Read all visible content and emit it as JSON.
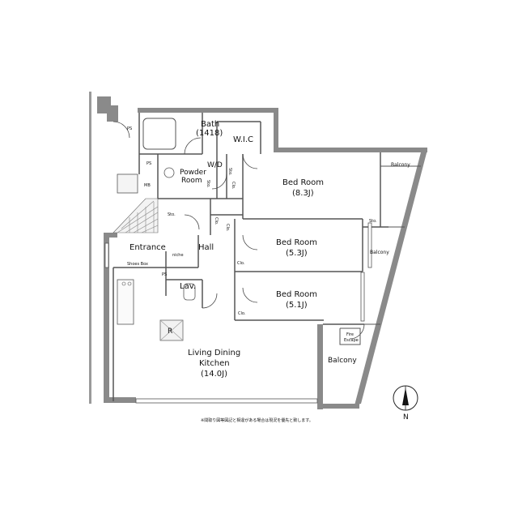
{
  "rooms": {
    "bath_name": "Bath",
    "bath_size": "(1418)",
    "wic": "W.I.C",
    "powder_room_line1": "Powder",
    "powder_room_line2": "Room",
    "wd": "W/D",
    "bed1_name": "Bed Room",
    "bed1_size": "(8.3J)",
    "bed2_name": "Bed Room",
    "bed2_size": "(5.3J)",
    "bed3_name": "Bed Room",
    "bed3_size": "(5.1J)",
    "entrance": "Entrance",
    "hall": "Hall",
    "shoes_box": "Shoes Box",
    "niche": "niche",
    "lav": "Lav.",
    "ldk_line1": "Living Dining",
    "ldk_line2": "Kitchen",
    "ldk_size": "(14.0J)",
    "balcony1": "Balcony",
    "balcony2": "Balcony",
    "balcony3": "Balcony",
    "fire_escape_line1": "Fire",
    "fire_escape_line2": "Escape",
    "refrigerator": "R"
  },
  "small_labels": {
    "ps1": "PS",
    "ps2": "PS",
    "ps3": "PS",
    "mb": "MB",
    "sto1": "Sto.",
    "sto2": "Sto.",
    "sto3": "Sto.",
    "sto4": "Sto.",
    "clo1": "Clo.",
    "clo2": "Clo.",
    "clo3": "Clo.",
    "clo4": "Clo.",
    "clo5": "Clo."
  },
  "compass": {
    "label": "N"
  },
  "footnote": "※間取り図等図記と相違がある場合は現況を優先と致します。"
}
